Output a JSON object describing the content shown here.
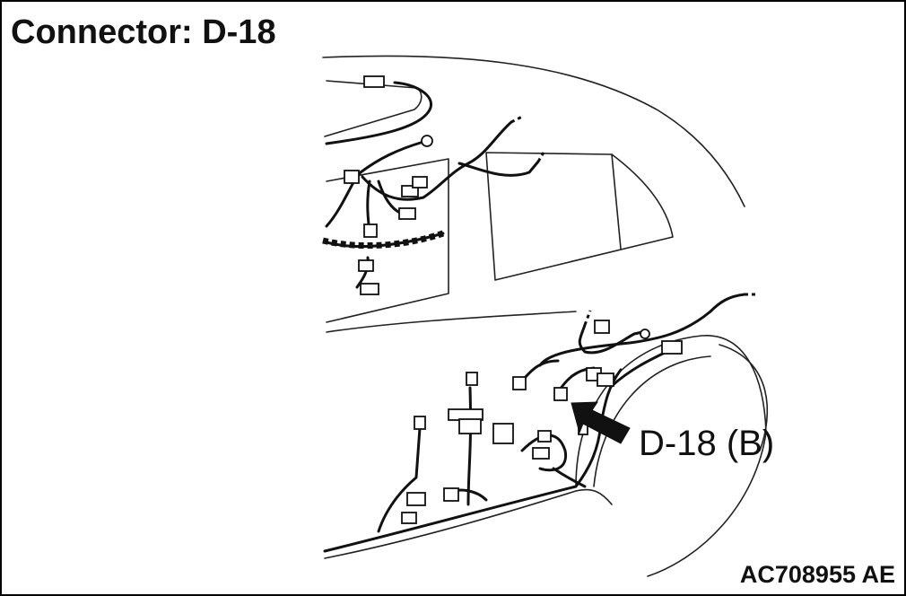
{
  "title": "Connector: D-18",
  "callout_label": "D-18 (B)",
  "figure_code": "AC708955 AE",
  "colors": {
    "ink": "#111111",
    "paper": "#ffffff"
  }
}
